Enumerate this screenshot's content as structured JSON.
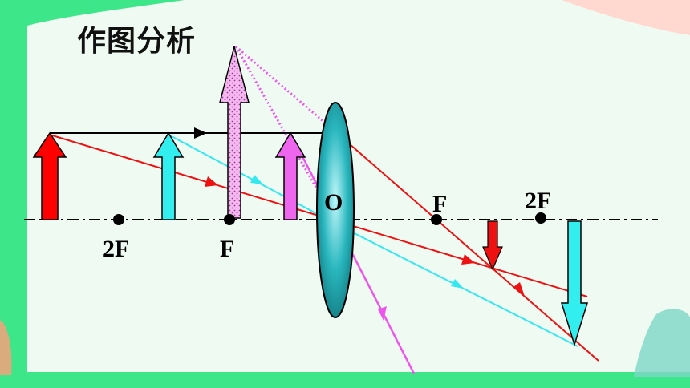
{
  "title": "作图分析",
  "labels": {
    "two_f_left": "2F",
    "f_left": "F",
    "center": "O",
    "f_right": "F",
    "two_f_right": "2F"
  },
  "colors": {
    "background_green": "#3ee68a",
    "background_mint": "#effbf2",
    "object_red": "#ff0000",
    "object_cyan": "#33eeee",
    "object_magenta": "#ee66ee",
    "object_pink": "#f5b8f0",
    "lens": "#2ab7bf",
    "ray_red": "#ee1111",
    "ray_cyan": "#33e8ee",
    "ray_magenta": "#ee55ee",
    "ray_black": "#000000"
  }
}
